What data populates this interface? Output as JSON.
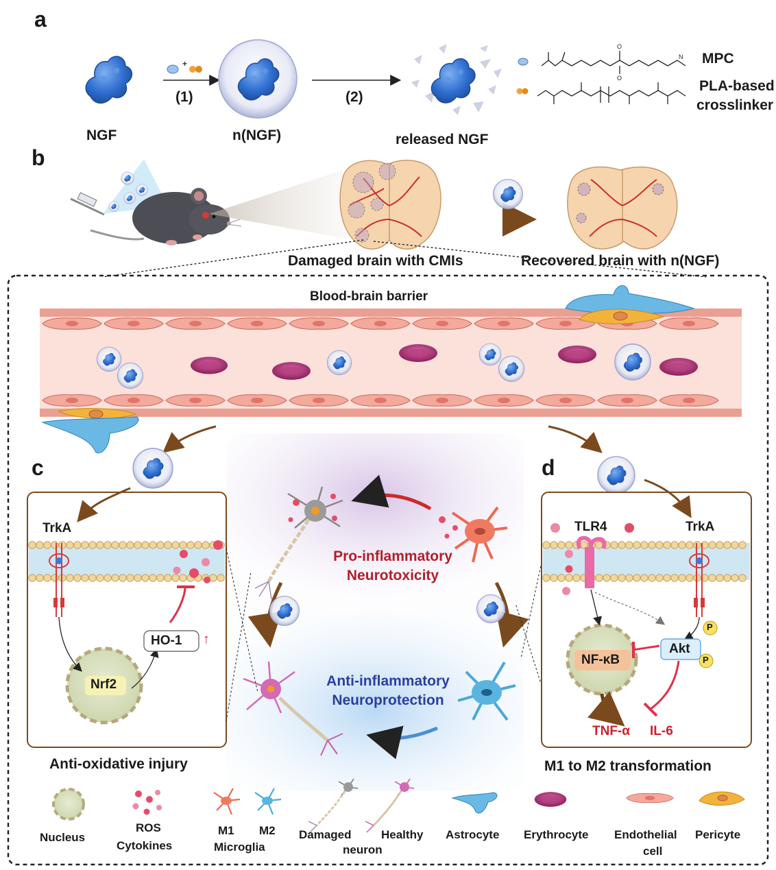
{
  "panels": {
    "a": "a",
    "b": "b",
    "c": "c",
    "d": "d"
  },
  "panel_a": {
    "ngf": "NGF",
    "step1": "(1)",
    "nngf": "n(NGF)",
    "step2": "(2)",
    "released": "released NGF",
    "mpc": "MPC",
    "pla_line1": "PLA-based",
    "pla_line2": "crosslinker"
  },
  "panel_b": {
    "damaged": "Damaged brain with CMIs",
    "recovered": "Recovered brain with n(NGF)"
  },
  "bbb": {
    "title": "Blood-brain barrier"
  },
  "panel_c": {
    "trka": "TrkA",
    "nrf2": "Nrf2",
    "ho1": "HO-1",
    "up_arrow": "↑",
    "caption": "Anti-oxidative injury"
  },
  "center": {
    "pro_line1": "Pro-inflammatory",
    "pro_line2": "Neurotoxicity",
    "anti_line1": "Anti-inflammatory",
    "anti_line2": "Neuroprotection"
  },
  "panel_d": {
    "tlr4": "TLR4",
    "trka": "TrkA",
    "akt": "Akt",
    "p": "P",
    "nfkb": "NF-κB",
    "tnf": "TNF-α",
    "il6": "IL-6",
    "caption": "M1 to M2 transformation"
  },
  "legend": {
    "nucleus": "Nucleus",
    "ros": "ROS",
    "cytokines": "Cytokines",
    "m1": "M1",
    "m2": "M2",
    "microglia": "Microglia",
    "damaged": "Damaged",
    "neuron": "neuron",
    "healthy": "Healthy",
    "astrocyte": "Astrocyte",
    "erythrocyte": "Erythrocyte",
    "endothelial": "Endothelial",
    "cell": "cell",
    "pericyte": "Pericyte"
  },
  "colors": {
    "protein": "#3a7bd5",
    "vessel": "#f6c9c0",
    "erythrocyte": "#a8326e",
    "red_text": "#c8202d",
    "blue_text": "#2a3f9e",
    "membrane_head": "#e8c98a"
  }
}
